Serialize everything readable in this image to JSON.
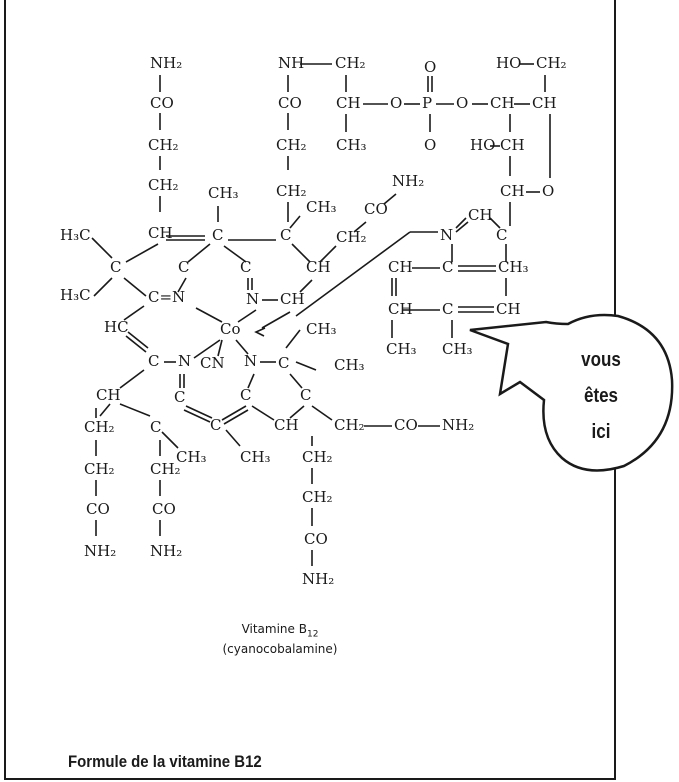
{
  "molecule": {
    "caption_line1": "Vitamine B",
    "caption_sub": "12",
    "caption_line2": "(cyanocobalamine)",
    "atoms": [
      "NH₂",
      "CO",
      "CH₂",
      "CH₂",
      "NH",
      "CH₂",
      "CO",
      "CH₂",
      "CH₂",
      "CH",
      "CH₃",
      "O",
      "P",
      "O",
      "O",
      "O",
      "HO",
      "CH₂",
      "CH",
      "CH",
      "HO",
      "CH",
      "CH",
      "O",
      "NH₂",
      "CO",
      "CH₃",
      "CH₃",
      "CH₂",
      "H₃C",
      "CH",
      "C",
      "C",
      "C",
      "CH",
      "N",
      "CH",
      "CH",
      "C",
      "C",
      "C",
      "H₃C",
      "C",
      "C=N",
      "N",
      "CH",
      "Co",
      "HC",
      "CH₃",
      "C",
      "N",
      "CN",
      "N",
      "C",
      "CH₃",
      "CH",
      "C",
      "CH₃",
      "CH",
      "C",
      "C",
      "C",
      "CH",
      "CH₃",
      "CH₃",
      "CH₂",
      "CO",
      "NH₂",
      "CH₂",
      "C",
      "CH₂",
      "CH₂",
      "CH₂",
      "CH₂",
      "CH₂",
      "CO",
      "CO",
      "CO",
      "NH₂",
      "NH₂",
      "NH₂",
      "CH₃",
      "CH₃"
    ]
  },
  "callout": {
    "line1": "vous",
    "line2": "êtes",
    "line3": "ici"
  },
  "footer": {
    "title": "Formule de la vitamine B12"
  }
}
